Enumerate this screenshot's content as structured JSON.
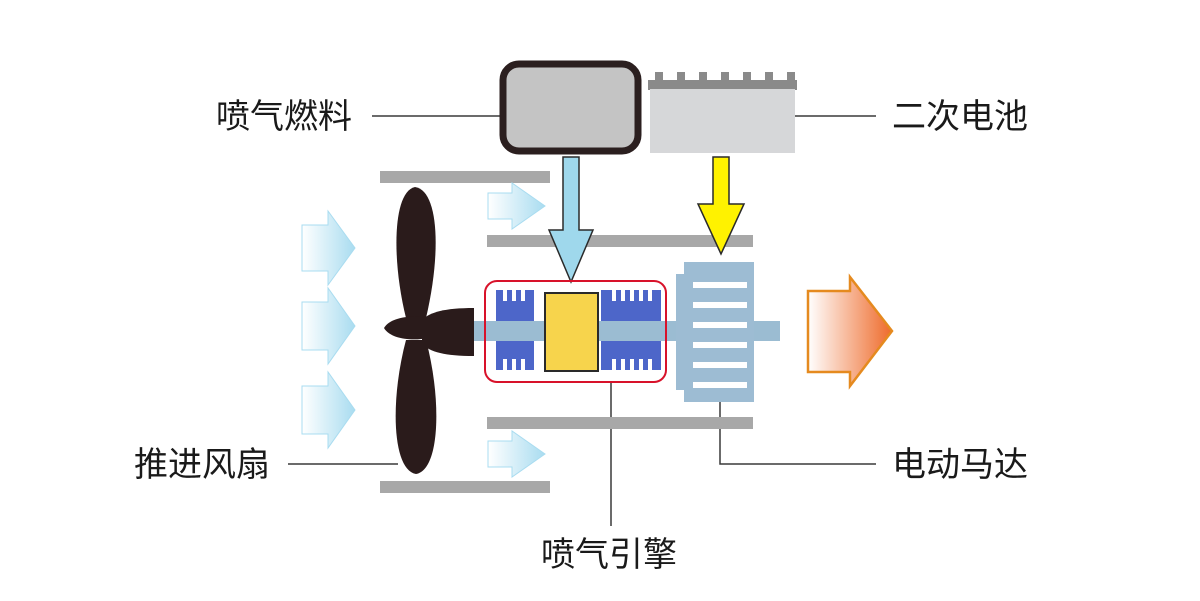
{
  "labels": {
    "jet_fuel": "喷气燃料",
    "battery": "二次电池",
    "fan": "推进风扇",
    "motor": "电动马达",
    "engine": "喷气引擎"
  },
  "colors": {
    "fuel_tank": "#c4c4c4",
    "fuel_tank_border": "#2b1f1f",
    "battery": "#d6d7d9",
    "battery_terminal": "#8a8a8a",
    "duct": "#a8a8a8",
    "fan": "#2a1b1b",
    "fuel_flow_arrow": "#9fd8ec",
    "power_flow_arrow": "#fff200",
    "air_flow_arrow": "#bfe6f4",
    "engine_highlight": "#d8122a",
    "compressor": "#4d66c9",
    "combustor": "#f7d44c",
    "shaft": "#9bbcd2",
    "motor": "#9dbcd3",
    "thrust_arrow": "#ee6a2a"
  }
}
